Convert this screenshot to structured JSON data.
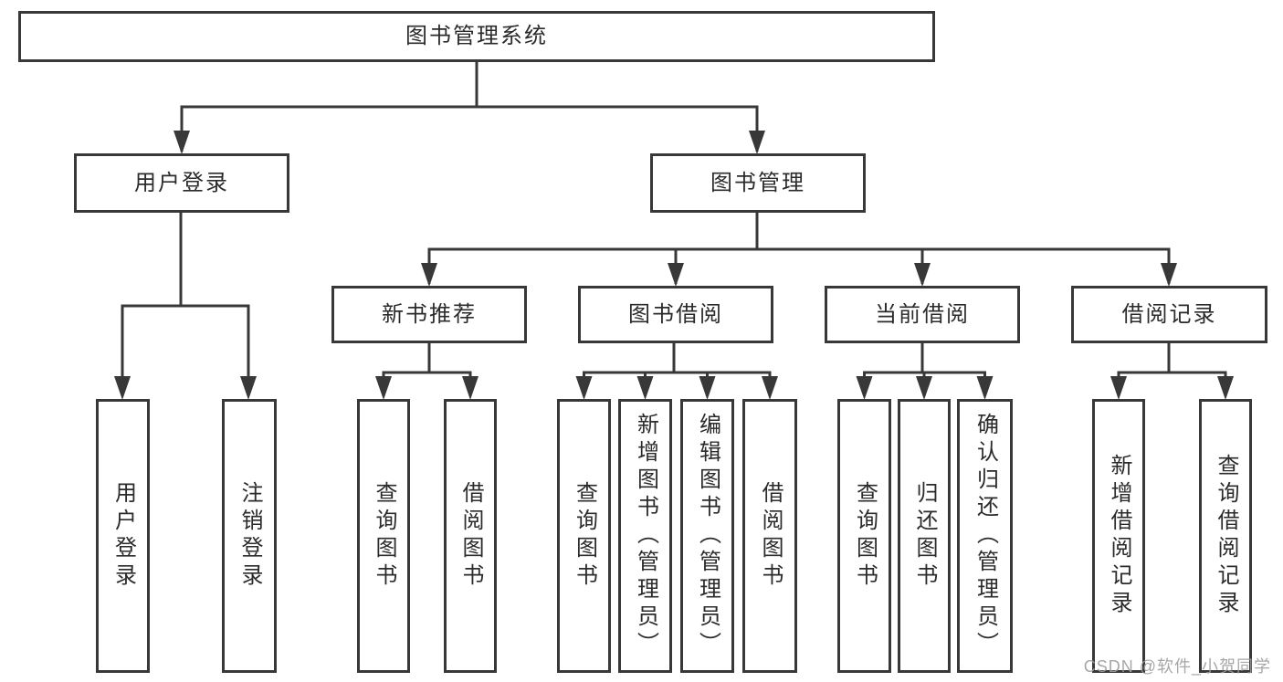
{
  "tree": {
    "label": "图书管理系统",
    "children": [
      {
        "label": "用户登录",
        "children": [
          {
            "label": "用户登录"
          },
          {
            "label": "注销登录"
          }
        ]
      },
      {
        "label": "图书管理",
        "children": [
          {
            "label": "新书推荐",
            "children": [
              {
                "label": "查询图书"
              },
              {
                "label": "借阅图书"
              }
            ]
          },
          {
            "label": "图书借阅",
            "children": [
              {
                "label": "查询图书"
              },
              {
                "label": "新增图书（管理员）"
              },
              {
                "label": "编辑图书（管理员）"
              },
              {
                "label": "借阅图书"
              }
            ]
          },
          {
            "label": "当前借阅",
            "children": [
              {
                "label": "查询图书"
              },
              {
                "label": "归还图书"
              },
              {
                "label": "确认归还（管理员）"
              }
            ]
          },
          {
            "label": "借阅记录",
            "children": [
              {
                "label": "新增借阅记录"
              },
              {
                "label": "查询借阅记录"
              }
            ]
          }
        ]
      }
    ]
  },
  "watermark": {
    "text": "CSDN @软件_小贺同学"
  },
  "colors": {
    "line": "#383838",
    "text": "#2b2b2b",
    "watermark": "#9e9e9e",
    "background": "#ffffff"
  }
}
